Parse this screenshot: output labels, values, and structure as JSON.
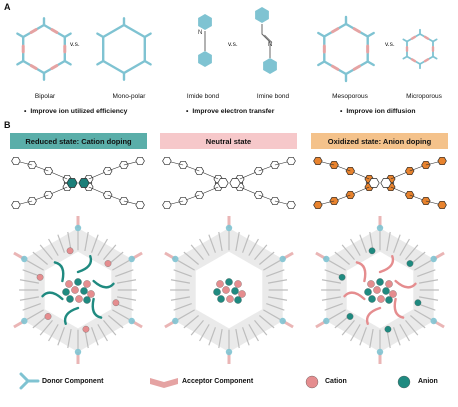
{
  "colors": {
    "donor": "#7fc3d2",
    "acceptor": "#e5a3a3",
    "reduced_box": "#5aaea9",
    "neutral_box": "#f6c8ca",
    "oxidized_box": "#f4c28b",
    "cation": "#e58d8f",
    "anion": "#1f8a80",
    "orange_ring": "#e8832e",
    "teal_ring": "#1b7f79",
    "pore_gray": "#d8d8d8"
  },
  "panel_a": {
    "letter": "A",
    "captions": [
      "Bipolar",
      "Mono-polar",
      "Imide bond",
      "Imine bond",
      "Mesoporous",
      "Microporous"
    ],
    "vs_label": "v.s.",
    "bullets": [
      "Improve ion utilized efficiency",
      "Improve electron transfer",
      "Improve ion diffusion"
    ],
    "bullet_symbol": "•",
    "atom_letter": "N"
  },
  "panel_b": {
    "letter": "B",
    "states": [
      "Reduced state: Cation doping",
      "Neutral state",
      "Oxidized state: Anion doping"
    ]
  },
  "legend": {
    "donor": "Donor Component",
    "acceptor": "Acceptor Component",
    "cation": "Cation",
    "anion": "Anion"
  }
}
